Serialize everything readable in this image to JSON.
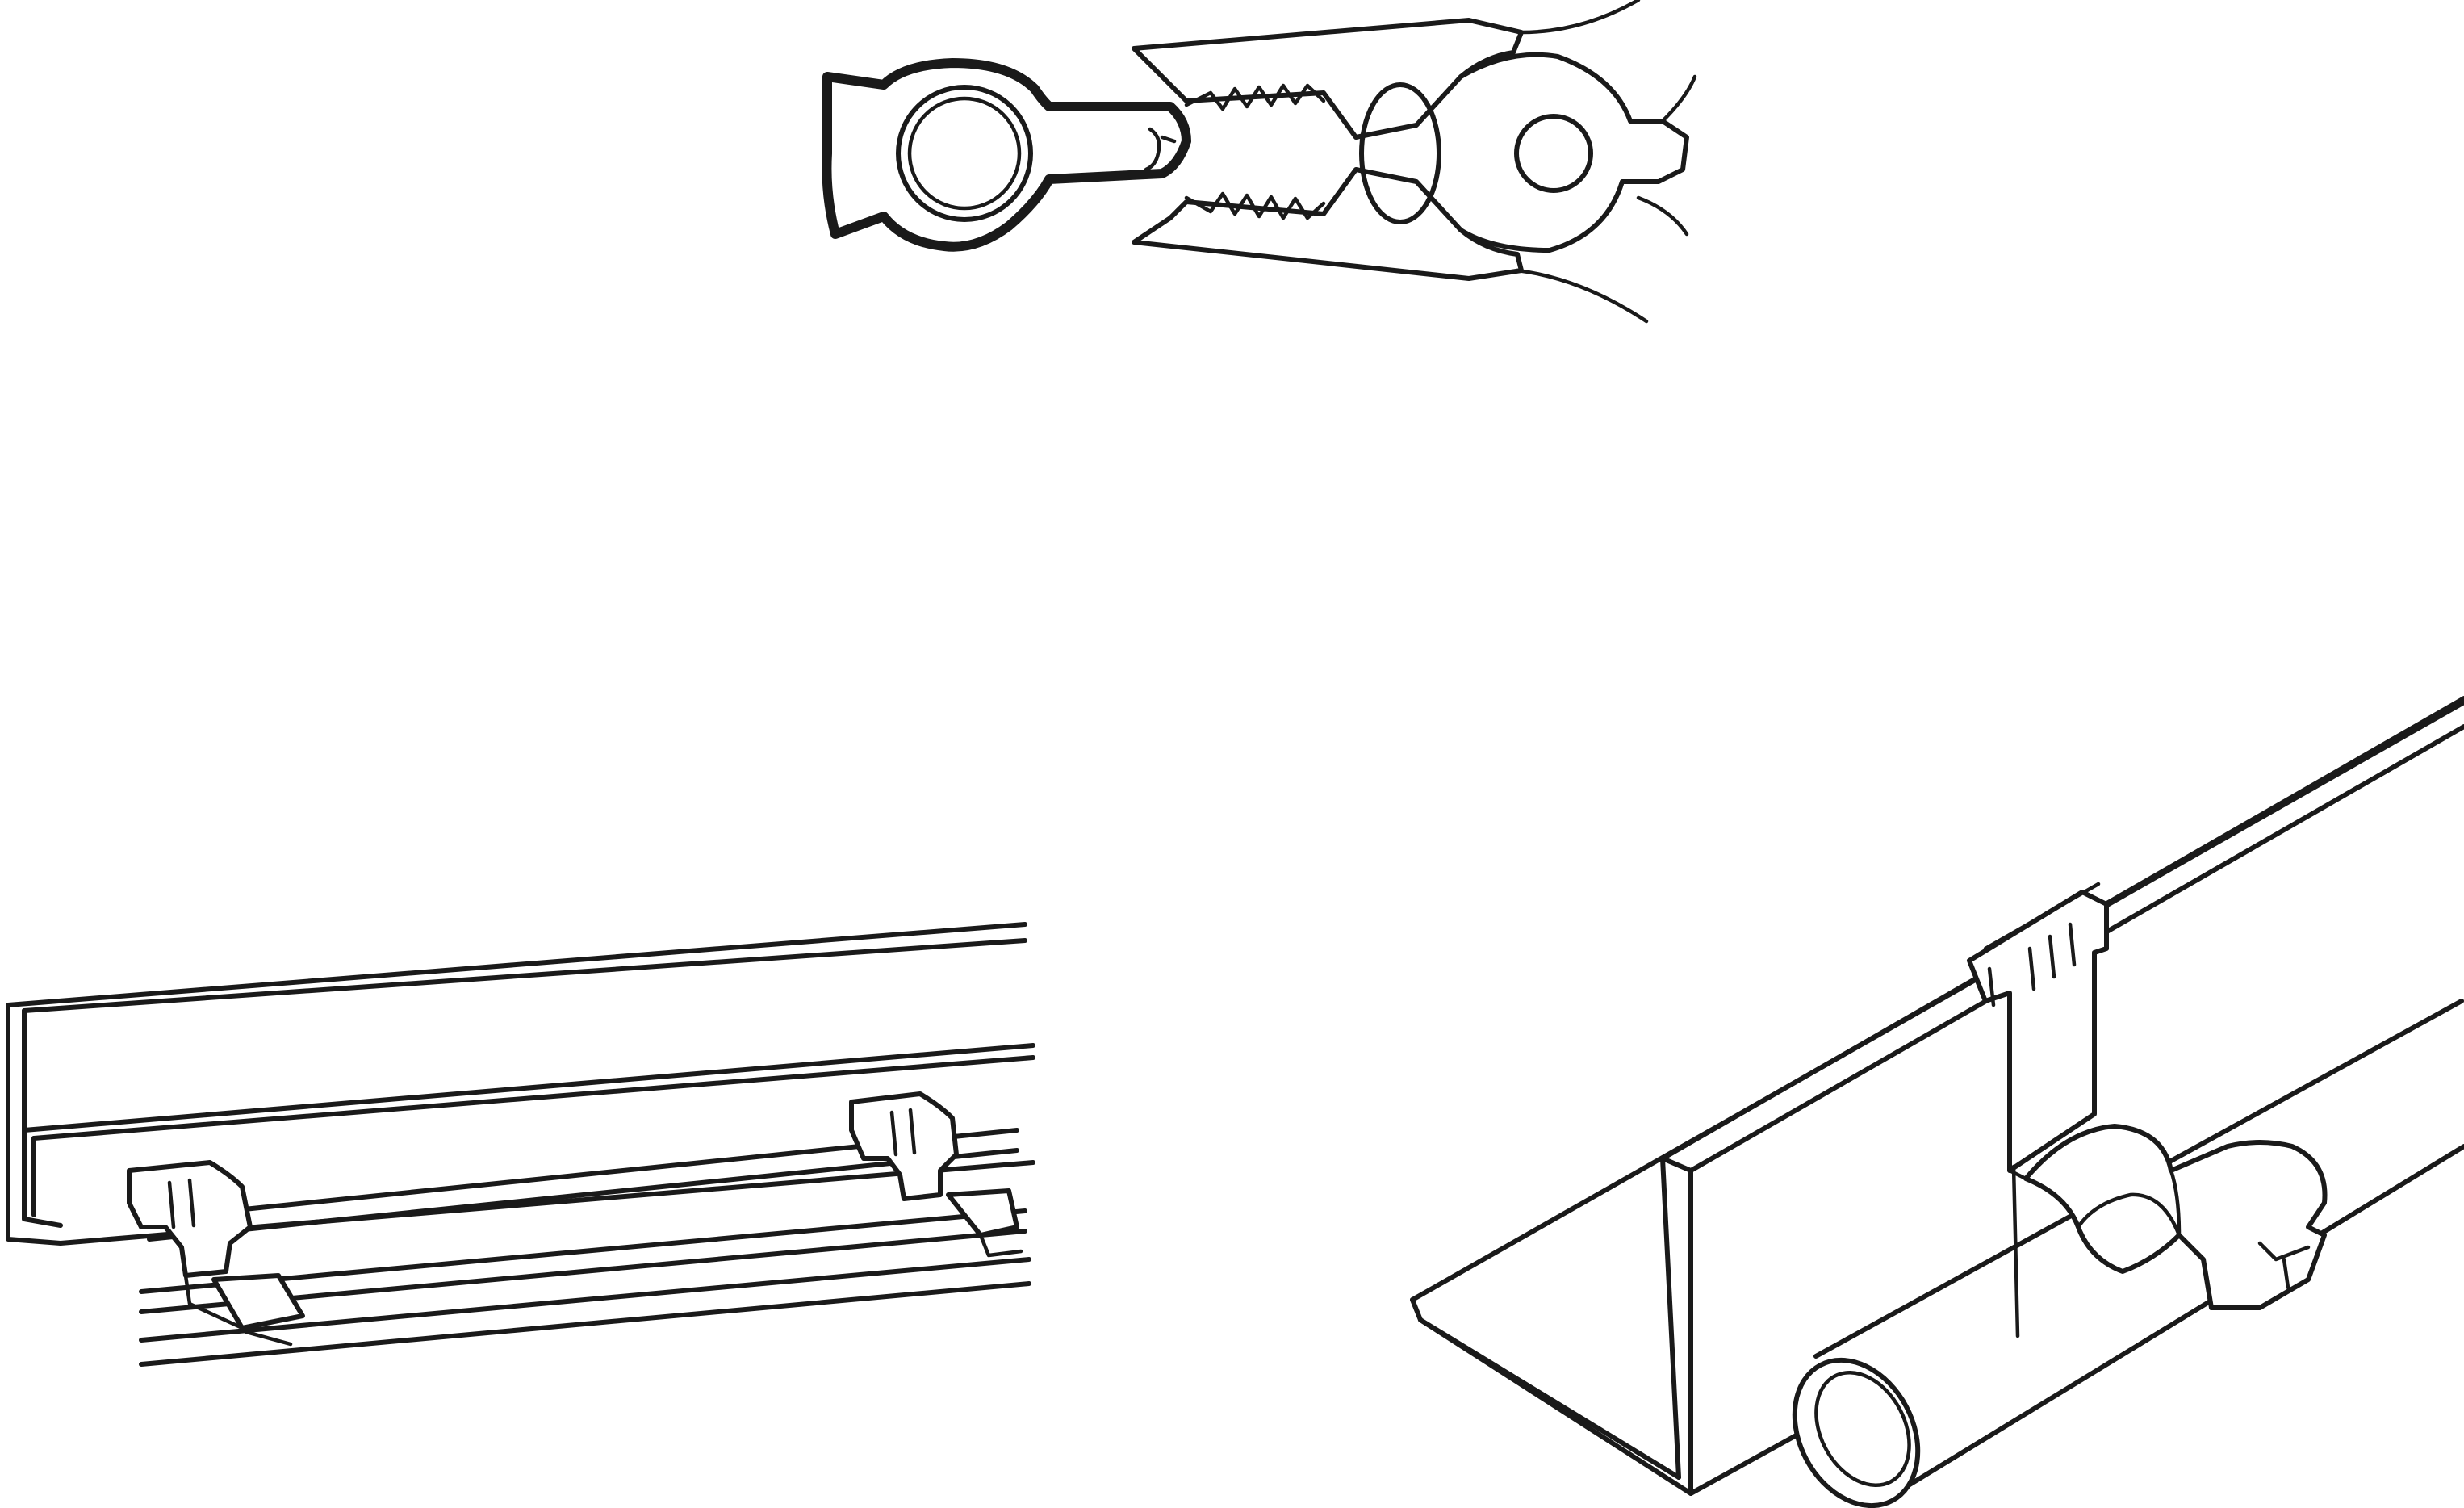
{
  "figure": {
    "panels": [
      {
        "id": "panel-pliers-crimp",
        "depicts": "pliers-crimping-clip-icon"
      },
      {
        "id": "panel-angle-rail-clips",
        "depicts": "rail-clip-mount-icon"
      },
      {
        "id": "panel-angle-pipe-clamp",
        "depicts": "pipe-clamp-bracket-icon"
      }
    ],
    "colors": {
      "ink": "#1a1a1a",
      "paper": "#ffffff"
    }
  }
}
